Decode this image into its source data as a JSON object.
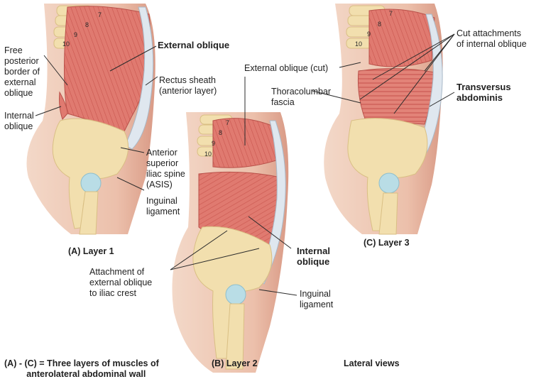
{
  "panels": {
    "a": {
      "caption": "(A) Layer 1",
      "vertebrae": [
        "7",
        "8",
        "9",
        "10"
      ]
    },
    "b": {
      "caption": "(B) Layer 2",
      "vertebrae": [
        "7",
        "8",
        "9",
        "10"
      ]
    },
    "c": {
      "caption": "(C) Layer 3",
      "vertebrae": [
        "7",
        "8",
        "9",
        "10"
      ]
    }
  },
  "labels": {
    "a_free_border": "Free\nposterior\nborder of\nexternal\noblique",
    "a_internal_oblique": "Internal\noblique",
    "a_external_oblique": "External oblique",
    "a_rectus_sheath": "Rectus sheath\n(anterior layer)",
    "a_asis": "Anterior\nsuperior\niliac spine\n(ASIS)",
    "a_inguinal": "Inguinal\nligament",
    "b_external_cut": "External oblique (cut)",
    "b_thoracolumbar": "Thoracolumbar\nfascia",
    "b_internal_oblique": "Internal\noblique",
    "b_attachment": "Attachment of\nexternal oblique\nto iliac crest",
    "b_inguinal": "Inguinal\nligament",
    "c_cut_attachments": "Cut attachments\nof internal oblique",
    "c_transversus": "Transversus\nabdominis"
  },
  "footer": {
    "summary": "(A) - (C) = Three layers of muscles of\n         anterolateral abdominal wall",
    "views": "Lateral views"
  },
  "colors": {
    "skin": "#f2d3c2",
    "skin_shade": "#e0a58f",
    "muscle": "#e07a70",
    "muscle_dark": "#c9564f",
    "bone": "#f2dfae",
    "bone_edge": "#d9bf84",
    "cartilage": "#b9dde6",
    "fascia": "#dfe7ef",
    "leader": "#2b2b2b"
  }
}
